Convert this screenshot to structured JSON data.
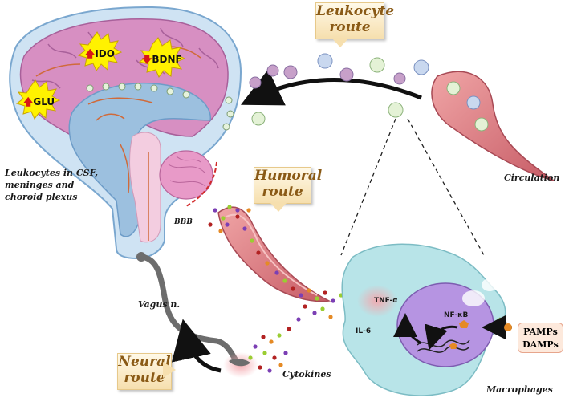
{
  "labels": {
    "leukocyte_route": [
      "Leukocyte",
      "route"
    ],
    "humoral_route": [
      "Humoral",
      "route"
    ],
    "neural_route": [
      "Neural",
      "route"
    ],
    "leukocytes_csf": [
      "Leukocytes in CSF,",
      "meninges and",
      "choroid plexus"
    ],
    "circulation": "Circulation",
    "bbb": "BBB",
    "vagus": "Vagus n.",
    "cytokines": "Cytokines",
    "macrophages": "Macrophages",
    "tnf": "TNF-α",
    "il6": "IL-6",
    "nfkb": "NF-κB",
    "pamps": [
      "PAMPs",
      "DAMPs"
    ]
  },
  "markers": {
    "ido": "IDO",
    "bdnf": "BDNF",
    "glu": "GLU",
    "up_arrow": "🡅",
    "down_arrow": "🡇"
  },
  "colors": {
    "brain_outer": "#cfe3f3",
    "brain_mid": "#9cc0df",
    "brain_pink": "#d78fc2",
    "vessel": "#d7787d",
    "macrophage": "#b8e4e8",
    "nucleus": "#b694e2",
    "callout_text": "#8a5a16",
    "star": "#fff200",
    "up_arrow": "#d91616"
  }
}
